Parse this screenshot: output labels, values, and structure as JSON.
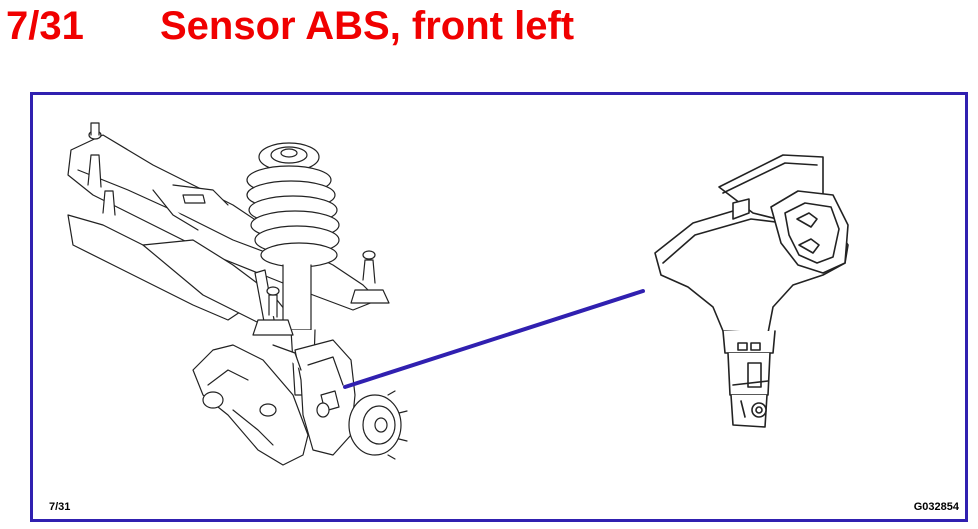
{
  "header": {
    "page_number": "7/31",
    "title": "Sensor ABS, front left"
  },
  "figure": {
    "page_ref": "7/31",
    "figure_code": "G032854",
    "frame_color": "#3020b0",
    "leader_color": "#3020b0",
    "title_color": "#f00000"
  }
}
